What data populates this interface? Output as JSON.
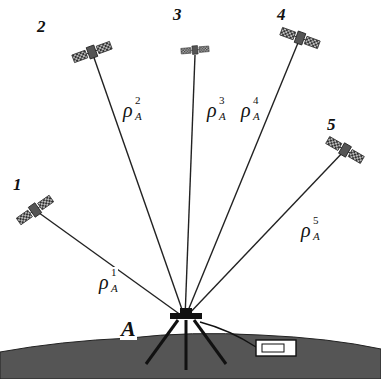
{
  "diagram": {
    "labels": [
      "1",
      "ρ",
      "A",
      "1",
      "2",
      "ρ",
      "A",
      "2",
      "3",
      "ρ",
      "A",
      "3",
      "4",
      "ρ",
      "A",
      "4",
      "5",
      "ρ",
      "A",
      "5",
      "A"
    ]
  }
}
